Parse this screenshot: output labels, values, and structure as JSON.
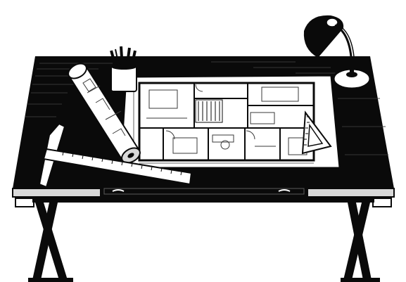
{
  "palette": {
    "ink": "#0a0a0a",
    "paper": "#ffffff",
    "grey": "#d9d9d9",
    "line": "#3a3a3a"
  },
  "objects": {
    "desk": "drafting-table",
    "blueprint": "floor-plan-sheet",
    "rolled_plan": "rolled-blueprint",
    "pencil_cup": "pencil-holder",
    "lamp": "desk-lamp",
    "ruler": "t-square-ruler",
    "triangle": "set-square"
  }
}
